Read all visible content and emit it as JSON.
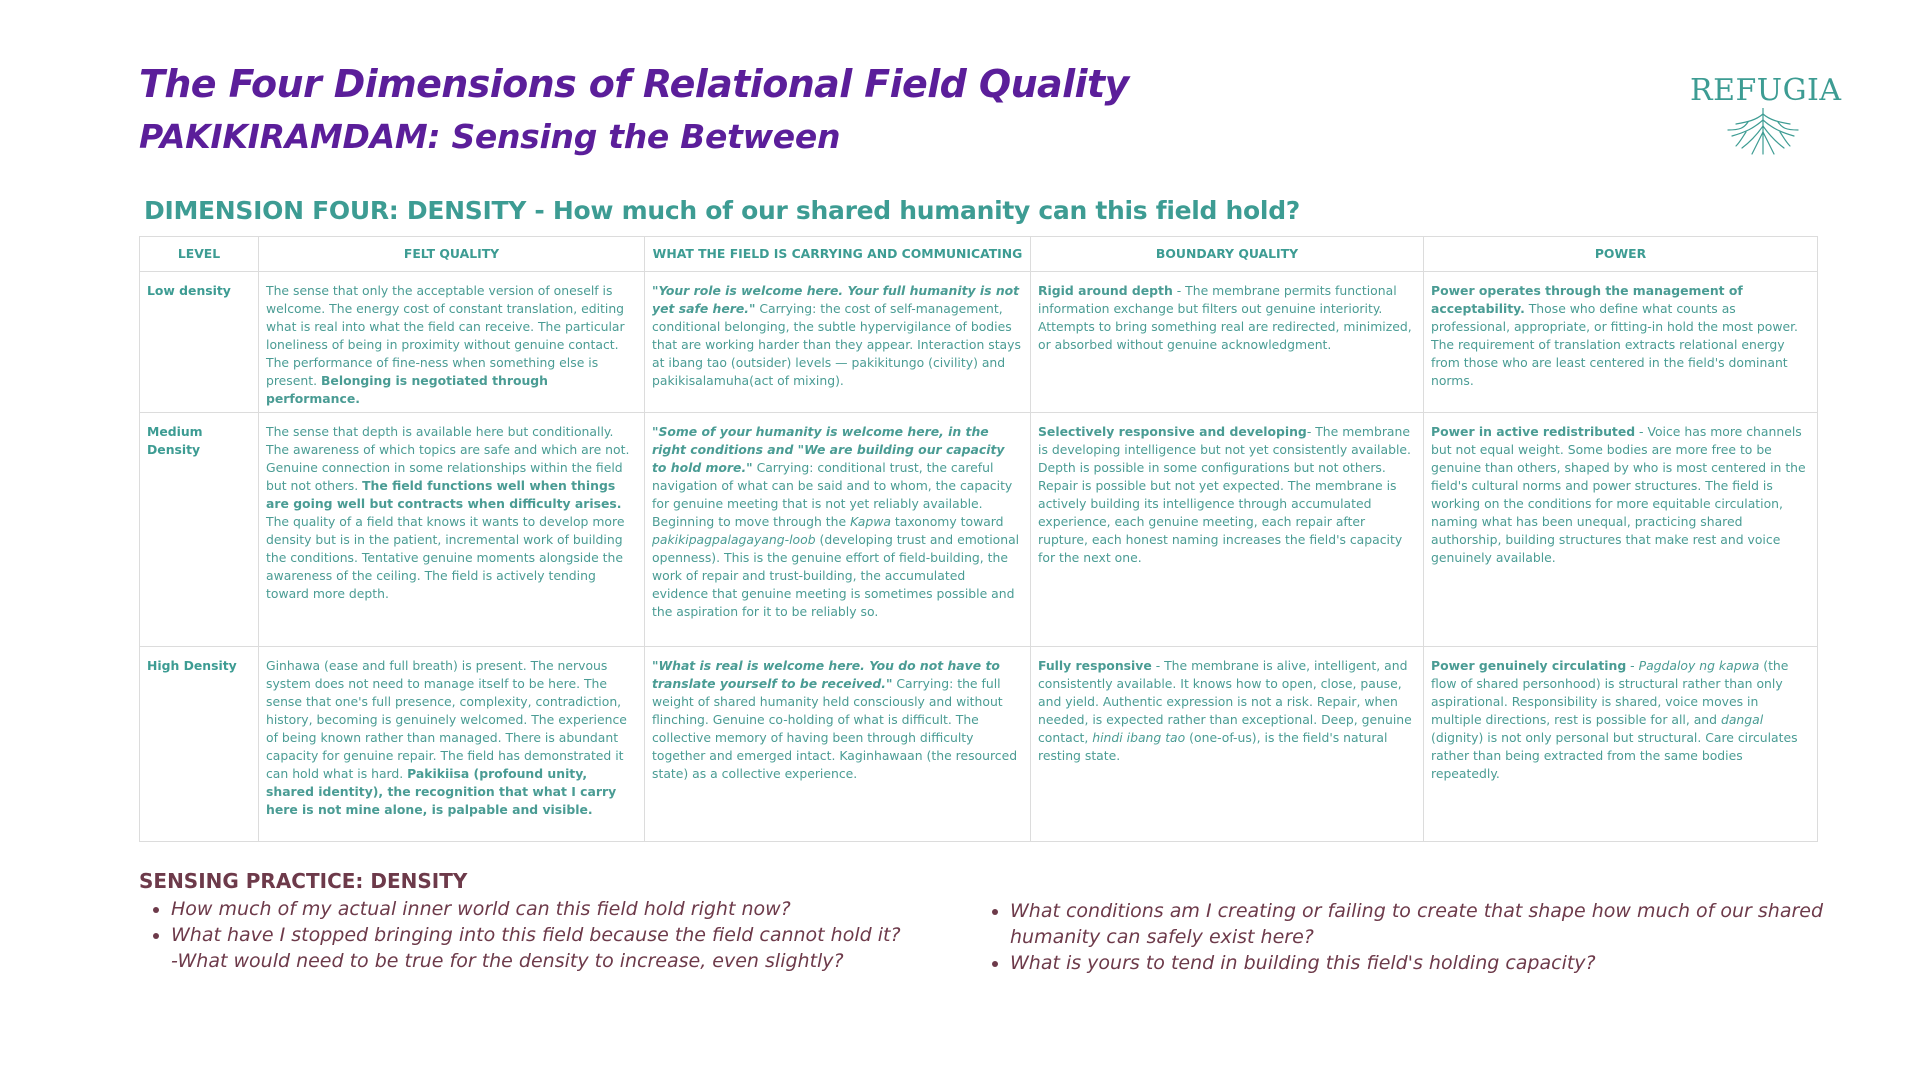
{
  "header": {
    "title": "The Four Dimensions of Relational Field Quality",
    "subtitle": "PAKIKIRAMDAM: Sensing the Between",
    "logo_text": "REFUGIA"
  },
  "dimension_heading": "DIMENSION FOUR:  DENSITY - How much of our shared humanity can this field hold?",
  "table": {
    "columns": [
      "LEVEL",
      "FELT QUALITY",
      "WHAT THE FIELD IS CARRYING AND COMMUNICATING",
      "BOUNDARY QUALITY",
      "POWER"
    ],
    "rows": [
      {
        "level": "Low density",
        "felt": {
          "text": "The sense that only the acceptable version of oneself is welcome. The energy cost of constant translation, editing what is real into what the field can receive. The particular loneliness of being in proximity without genuine contact. The performance of fine-ness when something else is present. ",
          "bold": "Belonging is negotiated through performance."
        },
        "carrying": {
          "quote": "\"Your role is welcome here. Your full humanity is not yet safe here.\"",
          "text": " Carrying: the cost of self-management, conditional belonging, the subtle hypervigilance of bodies that are working harder than they appear. Interaction stays at ibang tao (outsider) levels — pakikitungo (civility) and pakikisalamuha(act of mixing)."
        },
        "boundary": {
          "bold": "Rigid around depth",
          "text": " - The membrane permits functional information exchange but filters out genuine interiority. Attempts to bring something real are redirected, minimized, or absorbed without genuine acknowledgment."
        },
        "power": {
          "bold": "Power operates through the management of acceptability.",
          "text": " Those who define what counts as professional, appropriate, or fitting-in hold the most power. The requirement of translation extracts relational energy from those who are least centered in the field's dominant norms."
        }
      },
      {
        "level": "Medium Density",
        "felt": {
          "text1": "The sense that depth is available here  but conditionally. The awareness of which topics are safe and which are not. Genuine connection in some relationships within the field but not others. ",
          "bold": "The field functions well when things are going well but contracts when difficulty arises.",
          "text2": " The quality of a field that knows it wants to develop more density but is in the patient, incremental work of building the conditions. Tentative genuine moments alongside the awareness of the ceiling. The field is actively tending toward more depth."
        },
        "carrying": {
          "quote": "\"Some of your humanity is welcome here, in the right conditions and \"We are building our capacity to hold more.\"",
          "text1": " Carrying: conditional trust, the careful navigation of what can be said and to whom, the capacity for genuine meeting that is not yet reliably available. Beginning to move through the ",
          "ital1": "Kapwa",
          "text2": " taxonomy toward ",
          "ital2": "pakikipagpalagayang-loob",
          "text3": " (developing trust and emotional openness).  This is the genuine effort of field-building, the work of repair and trust-building, the accumulated evidence that genuine meeting is sometimes possible and the aspiration for it to be reliably so."
        },
        "boundary": {
          "bold": "Selectively responsive and developing",
          "text": "- The membrane is developing intelligence but not yet consistently available. Depth is possible in some configurations but not others. Repair is possible but not yet expected. The membrane is actively building its intelligence through accumulated experience, each genuine meeting, each repair after rupture, each honest naming increases the field's capacity for the next one."
        },
        "power": {
          "bold": "Power in active redistributed",
          "text": " - Voice has more channels but not equal weight. Some bodies are more free to be genuine than others, shaped by who is most centered in the field's cultural norms and power structures. The field is working on the conditions for more equitable circulation, naming what has been unequal, practicing shared authorship, building structures that make rest and voice genuinely available."
        }
      },
      {
        "level": "High Density",
        "felt": {
          "text": "Ginhawa (ease and full breath) is present. The nervous system does not need to manage itself to be here. The sense that one's full presence, complexity, contradiction, history, becoming  is genuinely welcomed. The experience of being known rather than managed. There is abundant capacity for genuine repair. The field has demonstrated it can hold what is hard. ",
          "bold": "Pakikiisa (profound unity, shared identity), the recognition that what I carry here is not mine alone, is palpable and visible."
        },
        "carrying": {
          "quote": "\"What is real is welcome here. You do not have to translate yourself to be received.\"",
          "text": " Carrying: the full weight of shared humanity held consciously and without flinching. Genuine co-holding of what is difficult. The collective memory of having been through difficulty together and emerged intact. Kaginhawaan (the resourced state) as a collective experience."
        },
        "boundary": {
          "bold": "Fully responsive",
          "text1": " - The membrane is alive, intelligent, and consistently available. It knows how to open, close, pause, and yield. Authentic expression is not a risk. Repair, when needed, is expected rather than exceptional. Deep, genuine contact, ",
          "ital": "hindi ibang tao",
          "text2": " (one-of-us), is the field's natural resting state."
        },
        "power": {
          "bold": "Power genuinely circulating",
          "text1": " -  ",
          "ital1": "Pagdaloy ng kapwa",
          "text2": " (the flow of shared personhood) is structural rather than only aspirational. Responsibility is shared, voice moves in multiple directions, rest is possible for all, and ",
          "ital2": "dangal",
          "text3": " (dignity) is not only personal but structural. Care circulates rather than being extracted from the same bodies repeatedly."
        }
      }
    ]
  },
  "practice": {
    "heading": "SENSING PRACTICE: DENSITY",
    "left": [
      "How much of my actual inner world can this field hold right now?",
      "What have I stopped bringing into this field because the field cannot hold it?",
      "-What would need to be true for the density to increase, even slightly?"
    ],
    "right": [
      "What conditions am I creating or failing to create that shape how much of our shared humanity can safely exist here?",
      "What is yours to tend in building this field's holding capacity?"
    ]
  },
  "colors": {
    "title": "#5b1e9a",
    "teal": "#3d9c93",
    "body_teal": "#4a9c94",
    "practice": "#6d3a4a",
    "border": "#dcdcdc"
  }
}
